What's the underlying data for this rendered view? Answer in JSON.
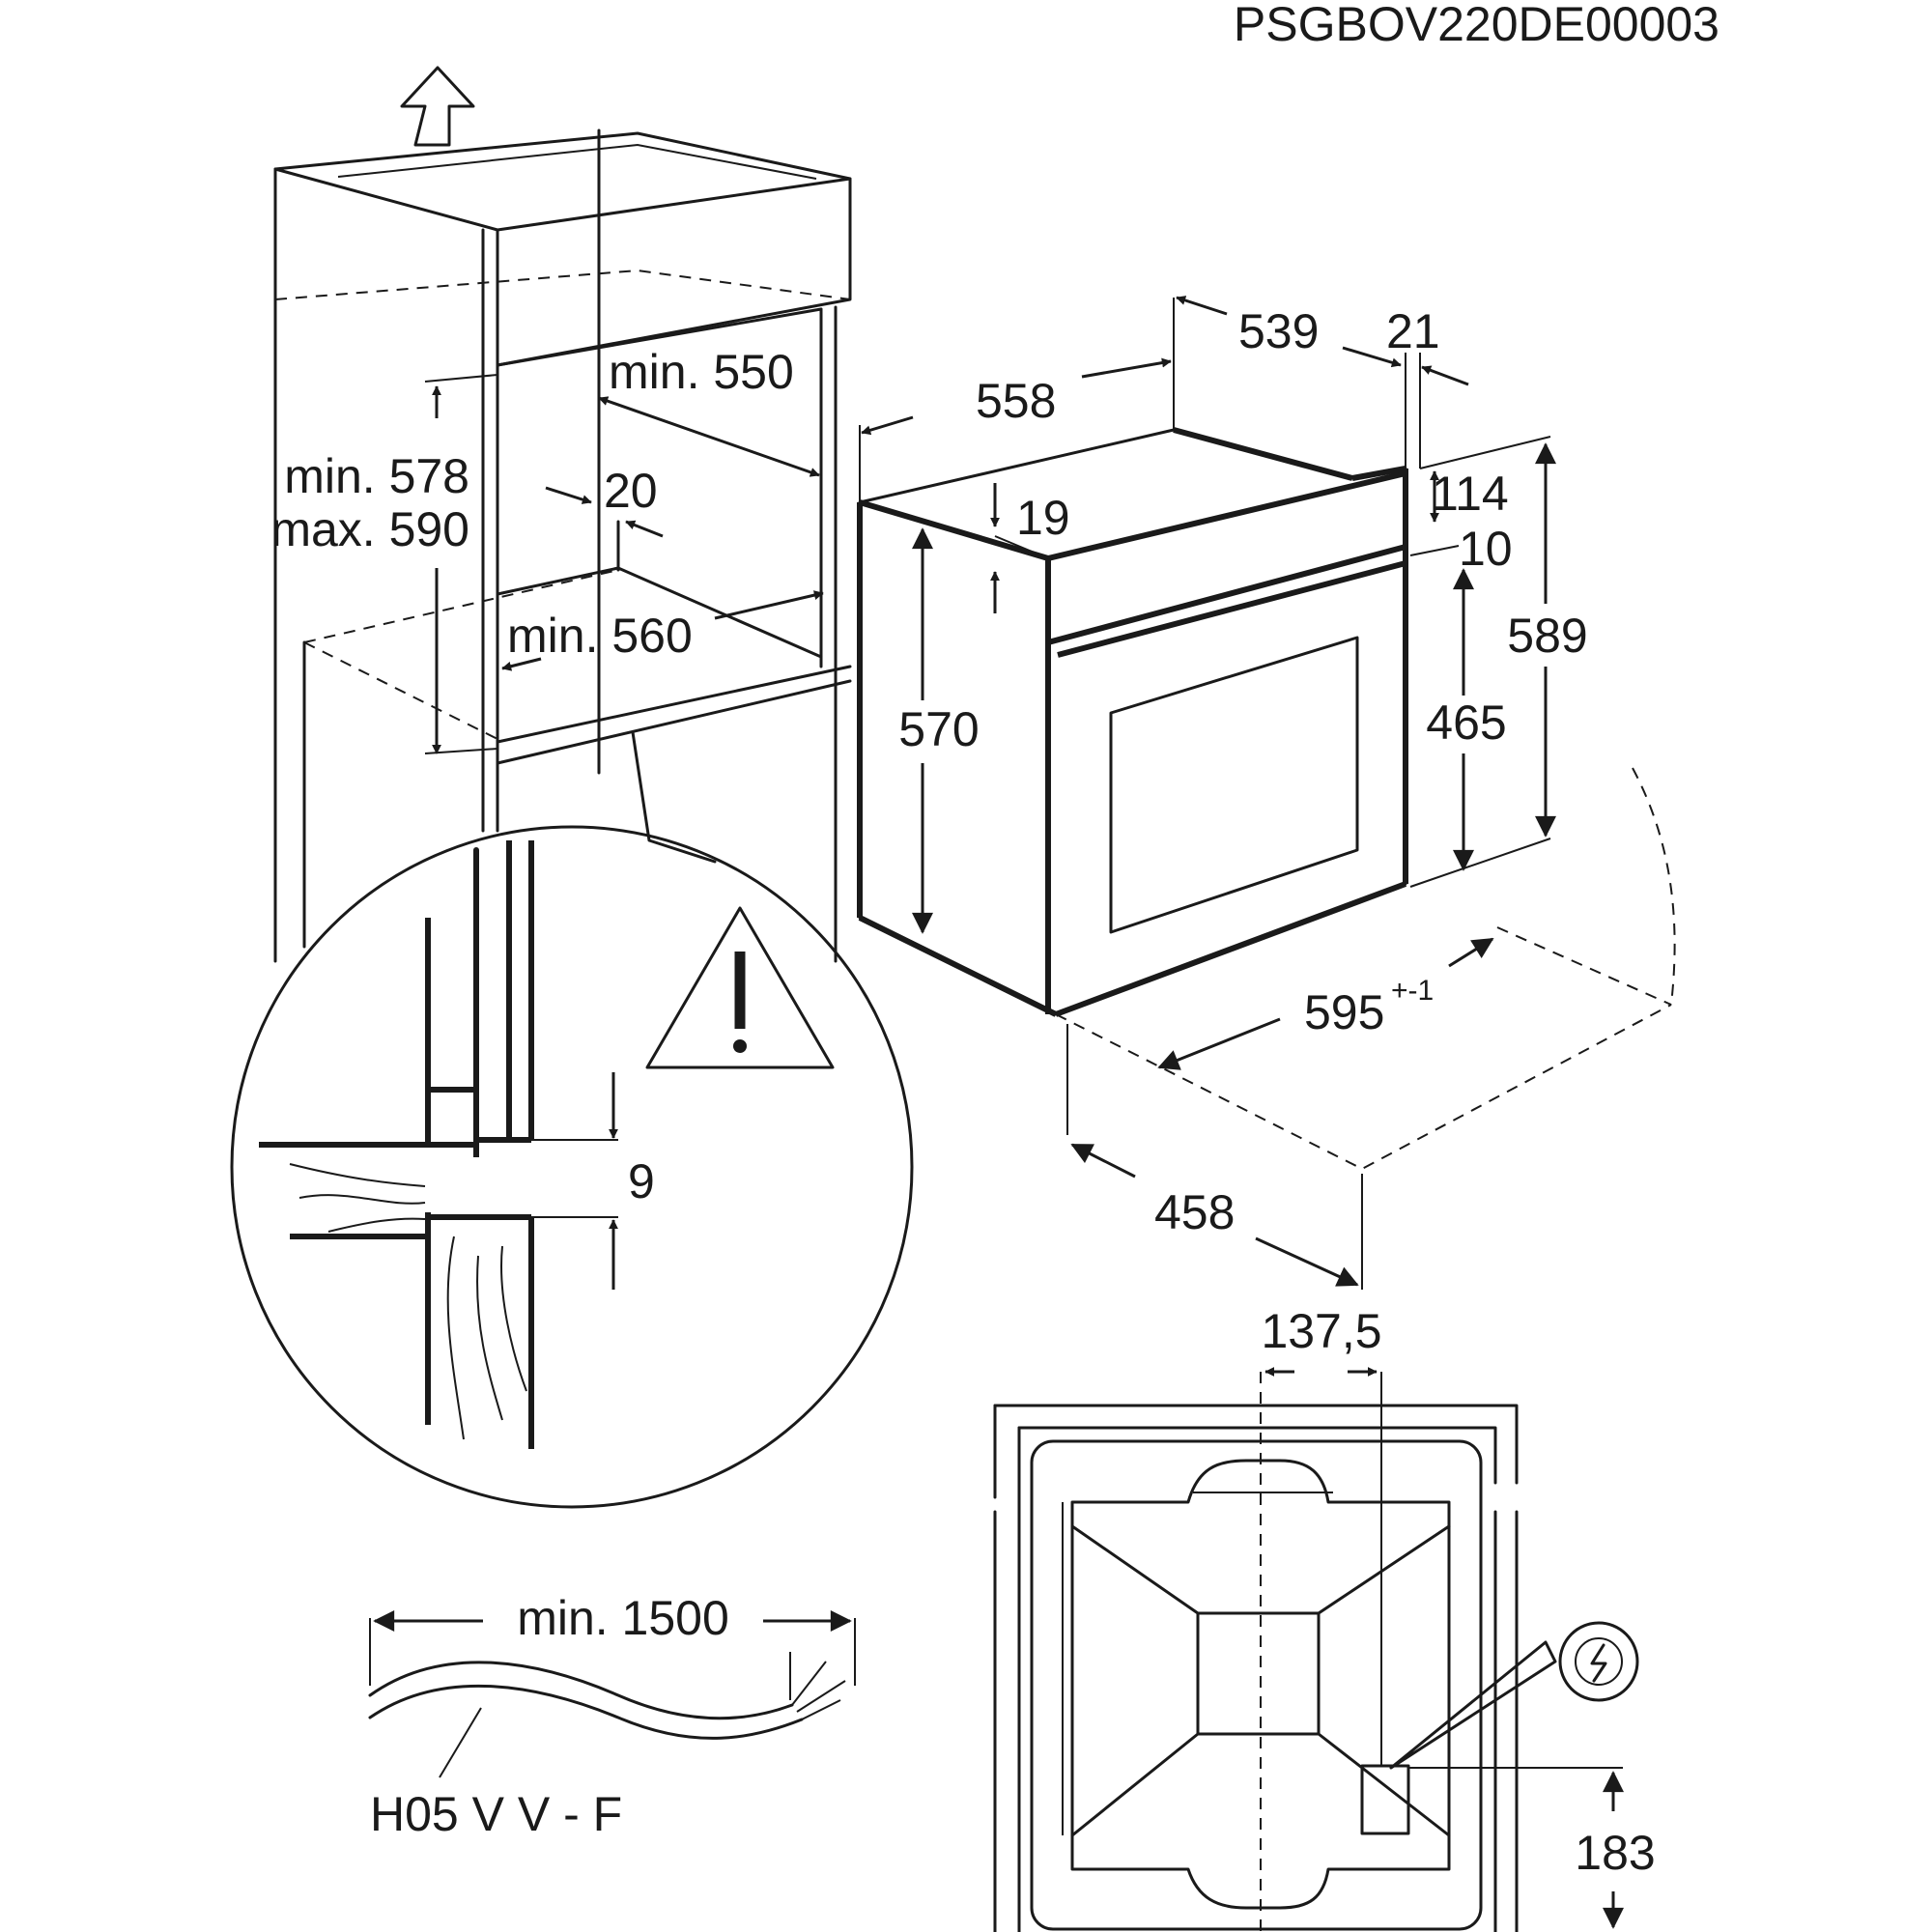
{
  "document_code": "PSGBOV220DE00003",
  "niche": {
    "height_min": "min. 578",
    "height_max": "max. 590",
    "depth_top": "min. 550",
    "gap_back": "20",
    "width_min": "min. 560"
  },
  "detail": {
    "gap": "9"
  },
  "oven": {
    "width_body": "558",
    "depth_body": "539",
    "panel_thickness": "21",
    "height_front": "570",
    "top_offset": "19",
    "front_top": "114",
    "front_offset": "10",
    "front_height": "589",
    "door_height": "465",
    "width_front": "595",
    "width_tolerance": "+-1",
    "depth": "458"
  },
  "cable": {
    "length": "min. 1500",
    "type": "H05 V V - F"
  },
  "back_view": {
    "offset_x": "137,5",
    "offset_y": "183"
  }
}
